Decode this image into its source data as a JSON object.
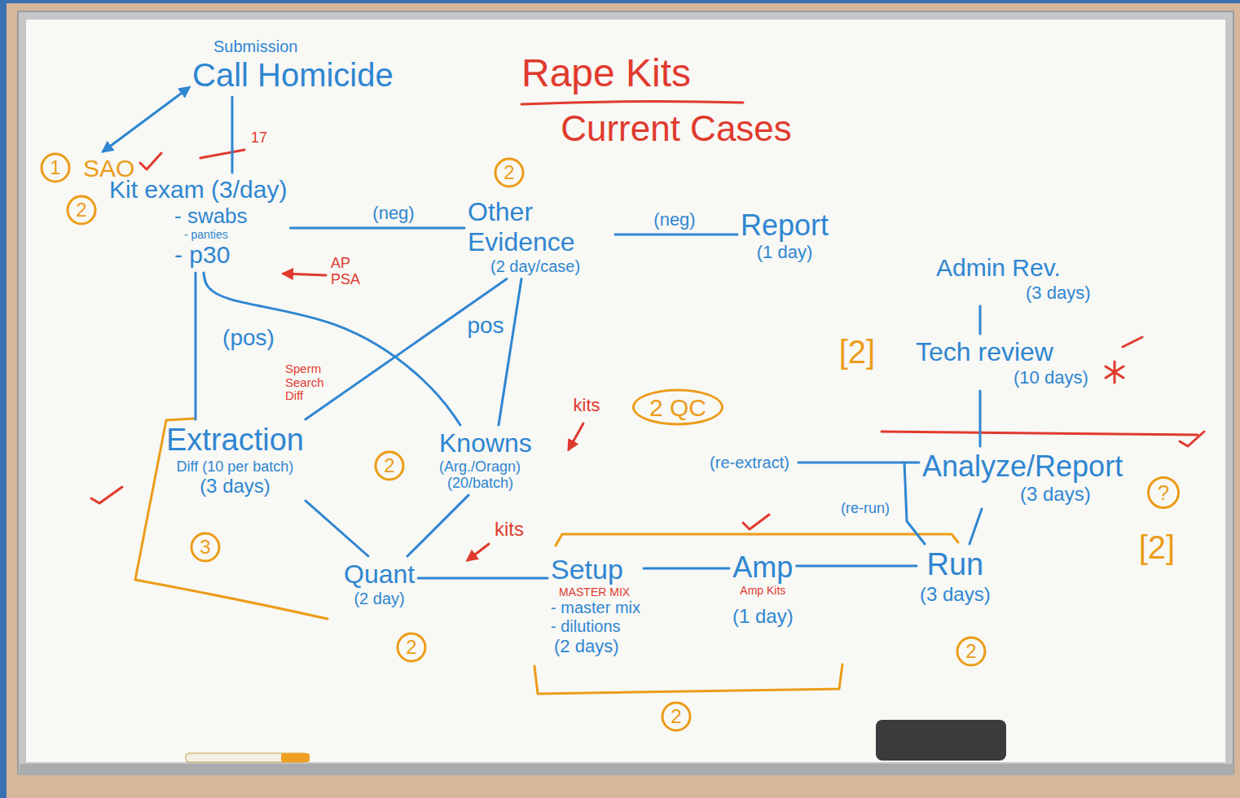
{
  "diagram": {
    "title": "Rape Kits",
    "nodes": [
      {
        "text": [
          "Submission",
          "Call Homicide"
        ]
      },
      {
        "text": [
          "SAO"
        ]
      },
      {
        "text": [
          "Kit exam (3/day)",
          "- swabs",
          "- panties",
          "- p30"
        ]
      },
      {
        "text": [
          "Other Evidence",
          "(2 day/case)"
        ]
      },
      {
        "text": [
          "Report",
          "(1 day)"
        ]
      },
      {
        "text": [
          "Extraction",
          "Diff (10 per batch)",
          "(3 days)"
        ]
      },
      {
        "text": [
          "Knowns",
          "(Arg./Oragn)",
          "(20/batch)"
        ]
      },
      {
        "text": [
          "Quant",
          "(2 day)"
        ]
      },
      {
        "text": [
          "Setup",
          "MASTER MIX",
          "- master mix",
          "- dilutions",
          "(2 days)"
        ]
      },
      {
        "text": [
          "Amp",
          "Amp Kits",
          "(1 day)"
        ]
      },
      {
        "text": [
          "Run",
          "(3 days)"
        ]
      },
      {
        "text": [
          "Analyze/Report",
          "(3 days)"
        ]
      },
      {
        "text": [
          "Tech review",
          "(10 days)"
        ]
      },
      {
        "text": [
          "Admin Rev.",
          "(3 days)"
        ]
      }
    ],
    "edges": [
      {
        "from": 0,
        "to": 1,
        "arrow": "both"
      },
      {
        "from": 0,
        "to": 2,
        "label": "17",
        "arrow": "none"
      },
      {
        "from": 2,
        "to": 3,
        "label": "(neg)",
        "arrow": "none"
      },
      {
        "from": 3,
        "to": 4,
        "label": "(neg)",
        "arrow": "none"
      },
      {
        "from": 2,
        "to": 5,
        "label": "(pos)",
        "arrow": "none"
      },
      {
        "from": 2,
        "to": 6,
        "arrow": "none"
      },
      {
        "from": 5,
        "to": 3,
        "label": "pos",
        "arrow": "none"
      },
      {
        "from": 6,
        "to": 3,
        "arrow": "none"
      },
      {
        "from": 5,
        "to": 7,
        "arrow": "none"
      },
      {
        "from": 6,
        "to": 7,
        "arrow": "none"
      },
      {
        "from": 7,
        "to": 8,
        "arrow": "none"
      },
      {
        "from": 8,
        "to": 9,
        "arrow": "none"
      },
      {
        "from": 9,
        "to": 10,
        "arrow": "none"
      },
      {
        "from": 10,
        "to": 11,
        "arrow": "none"
      },
      {
        "from": 11,
        "to": 10,
        "label": "(re-run)",
        "arrow": "none"
      },
      {
        "from": 11,
        "to": 12,
        "arrow": "none"
      },
      {
        "from": 12,
        "to": 13,
        "arrow": "none"
      }
    ],
    "labels": [
      "Current Cases",
      "1",
      "2",
      "2",
      "AP PSA",
      "Sperm Search Diff",
      "[2]",
      "2 QC",
      "kits",
      "2",
      "3",
      "(re-extract)",
      "?",
      "kits",
      "[2]",
      "2",
      "2",
      "2"
    ]
  }
}
